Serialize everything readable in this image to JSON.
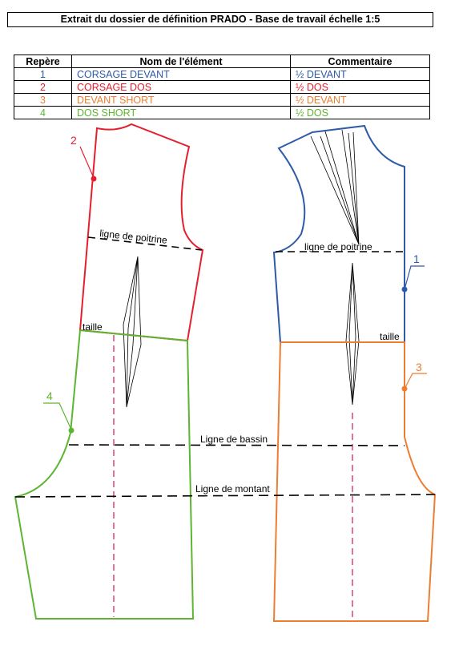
{
  "header": {
    "title": "Extrait du dossier de définition PRADO - Base de travail échelle 1:5"
  },
  "legend": {
    "columns": [
      "Repère",
      "Nom de l'élément",
      "Commentaire"
    ],
    "rows": [
      {
        "num": "1",
        "name": "CORSAGE DEVANT",
        "comment": "½ DEVANT",
        "color": "#2e5aa8"
      },
      {
        "num": "2",
        "name": "CORSAGE DOS",
        "comment": "½ DOS",
        "color": "#e5202e"
      },
      {
        "num": "3",
        "name": "DEVANT SHORT",
        "comment": "½ DEVANT",
        "color": "#ee7d31"
      },
      {
        "num": "4",
        "name": "DOS SHORT",
        "comment": "½ DOS",
        "color": "#5db531"
      }
    ]
  },
  "pattern": {
    "labels": {
      "chest_left": "ligne de poitrine",
      "chest_right": "ligne de poitrine",
      "waist_left": "taille",
      "waist_right": "taille",
      "hip": "Ligne de bassin",
      "crotch": "Ligne de montant"
    },
    "markers": {
      "m1": "1",
      "m2": "2",
      "m3": "3",
      "m4": "4"
    },
    "colors": {
      "front_bodice": "#2e5aa8",
      "back_bodice": "#e5202e",
      "front_short": "#ee7d31",
      "back_short": "#5db531",
      "grain_line": "#d6276e"
    }
  }
}
